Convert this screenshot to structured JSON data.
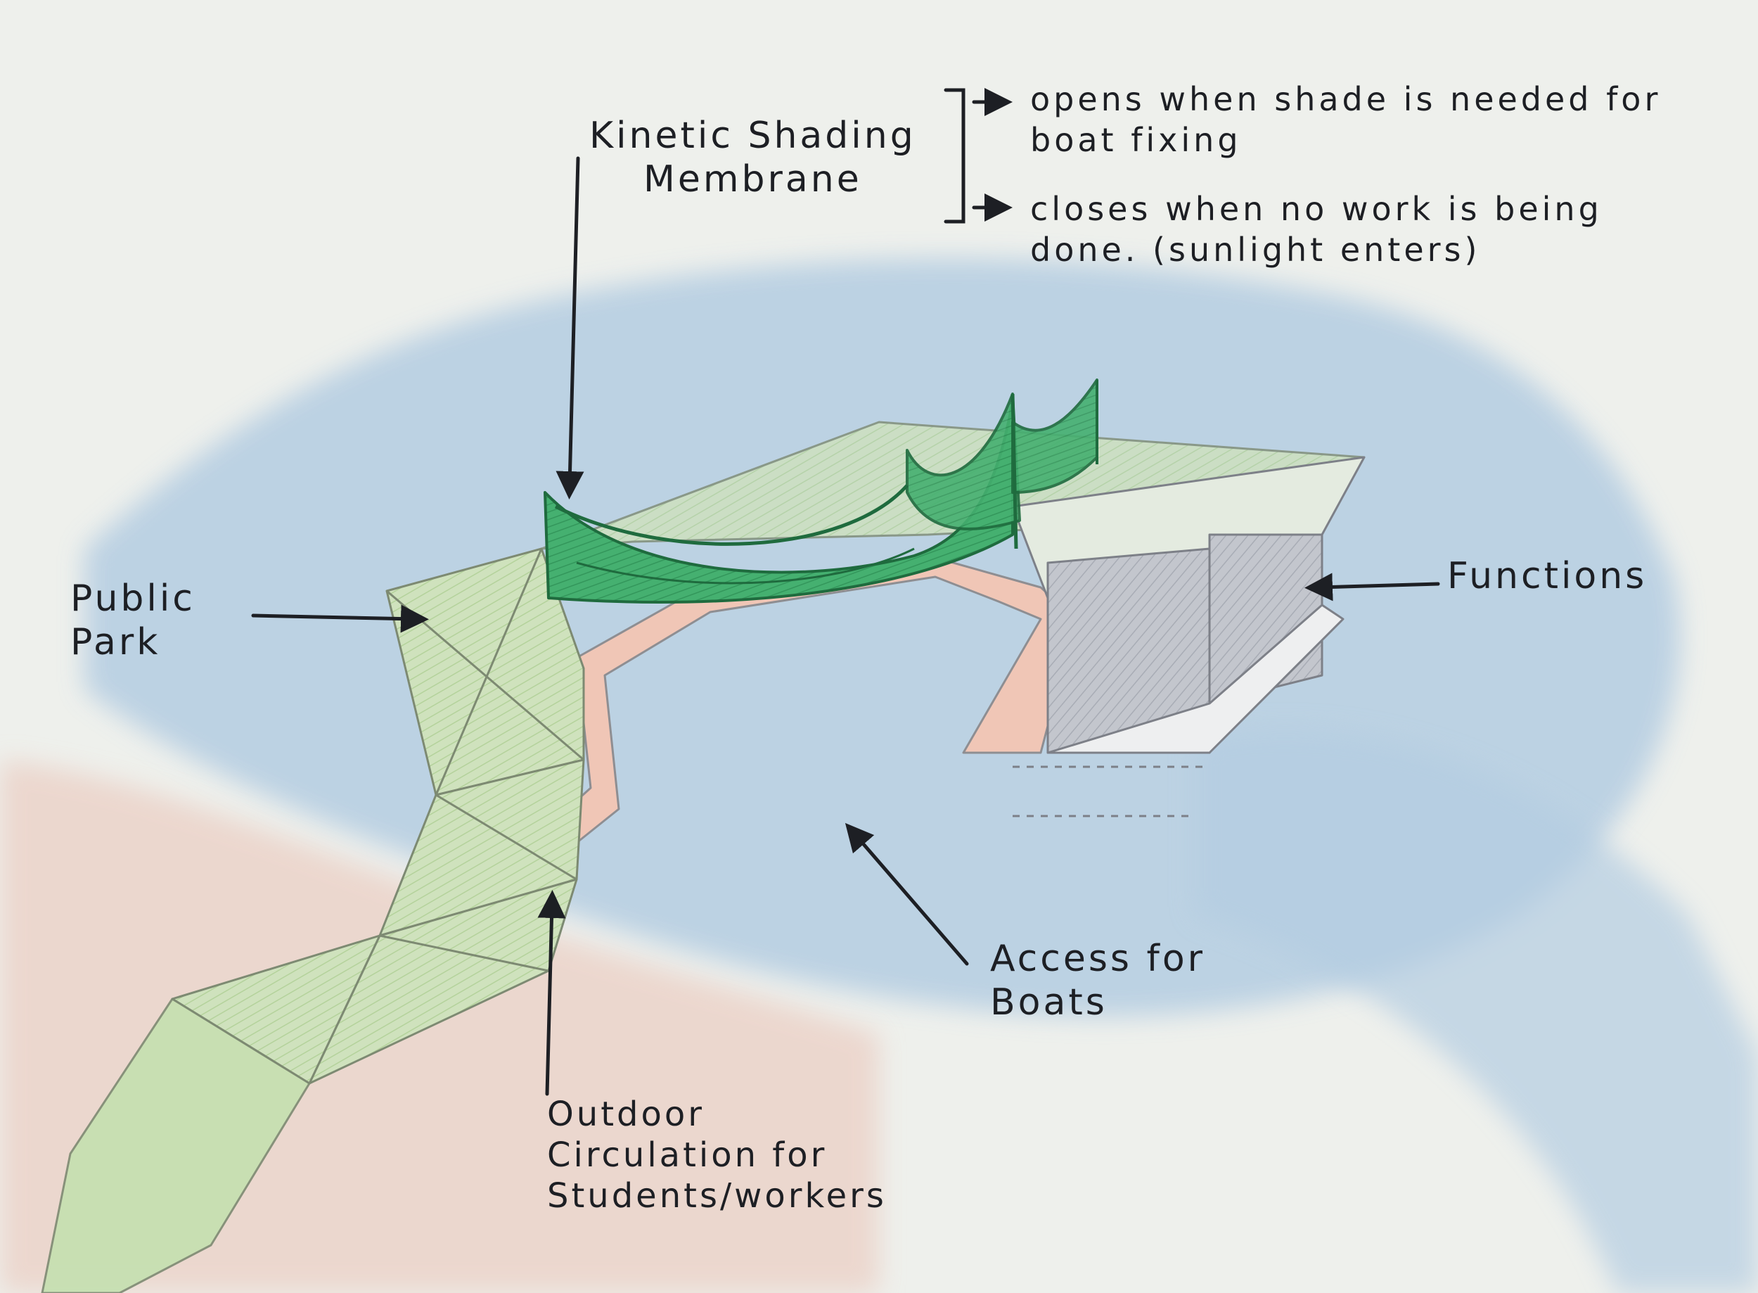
{
  "labels": {
    "kinetic": [
      "Kinetic Shading",
      "Membrane"
    ],
    "opens": [
      "opens when shade is needed for",
      "boat fixing"
    ],
    "closes": [
      "closes when no work is being",
      "done. (sunlight enters)"
    ],
    "public_park": [
      "Public",
      "Park"
    ],
    "functions": "Functions",
    "access": [
      "Access for",
      "Boats"
    ],
    "outdoor": [
      "Outdoor",
      "Circulation for",
      "Students/workers"
    ]
  },
  "colors": {
    "water": "#a9c6df",
    "park_green": "#c9ddb4",
    "membrane_green": "#3aa866",
    "path_pink": "#eab7a8",
    "building_gray": "#b9bcc4",
    "ink": "#1d1f24",
    "paper": "#eef0ec"
  }
}
